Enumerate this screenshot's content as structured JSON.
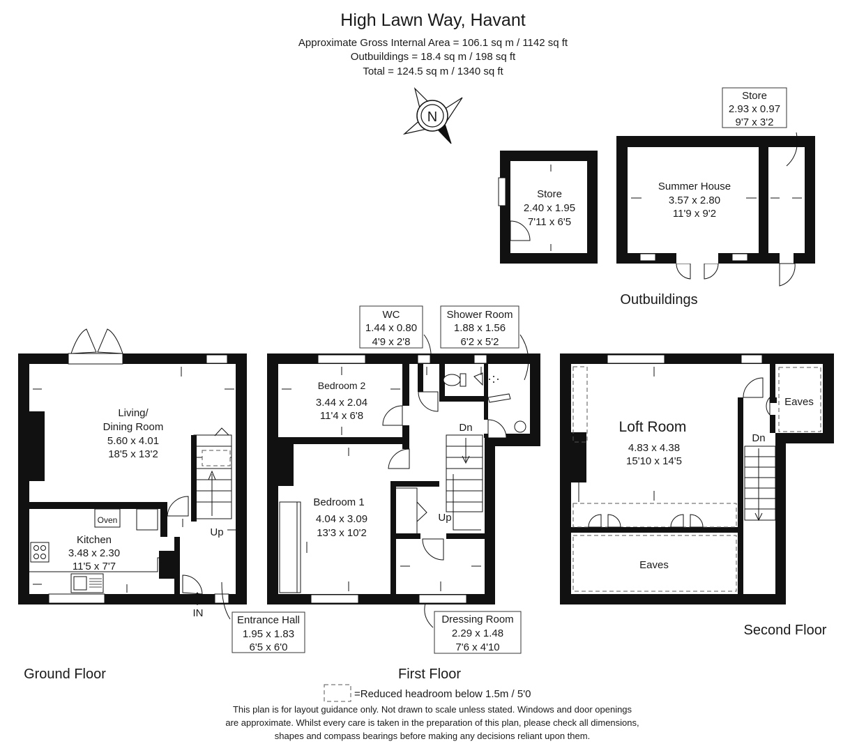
{
  "header": {
    "title": "High Lawn Way, Havant",
    "line1": "Approximate Gross Internal Area = 106.1 sq m / 1142 sq ft",
    "line2": "Outbuildings = 18.4 sq m / 198 sq ft",
    "line3": "Total = 124.5 sq m / 1340 sq ft"
  },
  "compass": {
    "letter": "N"
  },
  "outbuildings": {
    "caption": "Outbuildings",
    "store_small": {
      "name": "Store",
      "metric": "2.40 x 1.95",
      "imperial": "7'11 x 6'5"
    },
    "summer_house": {
      "name": "Summer House",
      "metric": "3.57 x 2.80",
      "imperial": "11'9 x 9'2"
    },
    "store_side": {
      "name": "Store",
      "metric": "2.93 x 0.97",
      "imperial": "9'7 x 3'2"
    }
  },
  "ground_floor": {
    "caption": "Ground Floor",
    "living": {
      "name1": "Living/",
      "name2": "Dining Room",
      "metric": "5.60 x 4.01",
      "imperial": "18'5 x 13'2"
    },
    "kitchen": {
      "name": "Kitchen",
      "metric": "3.48 x 2.30",
      "imperial": "11'5 x 7'7"
    },
    "oven": "Oven",
    "stairs_label": "Up",
    "entrance": "IN",
    "entrance_hall": {
      "name": "Entrance Hall",
      "metric": "1.95 x 1.83",
      "imperial": "6'5 x 6'0"
    }
  },
  "first_floor": {
    "caption": "First Floor",
    "wc": {
      "name": "WC",
      "metric": "1.44 x 0.80",
      "imperial": "4'9 x 2'8"
    },
    "shower": {
      "name": "Shower Room",
      "metric": "1.88 x 1.56",
      "imperial": "6'2 x 5'2"
    },
    "bedroom2": {
      "name": "Bedroom 2",
      "metric": "3.44 x 2.04",
      "imperial": "11'4 x 6'8"
    },
    "bedroom1": {
      "name": "Bedroom 1",
      "metric": "4.04 x 3.09",
      "imperial": "13'3 x 10'2"
    },
    "dressing": {
      "name": "Dressing Room",
      "metric": "2.29 x 1.48",
      "imperial": "7'6 x 4'10"
    },
    "stairs_down": "Dn",
    "stairs_up": "Up"
  },
  "second_floor": {
    "caption": "Second Floor",
    "loft": {
      "name": "Loft Room",
      "metric": "4.83 x 4.38",
      "imperial": "15'10 x 14'5"
    },
    "eaves_right": "Eaves",
    "eaves_bottom": "Eaves",
    "stairs_down": "Dn"
  },
  "legend": {
    "text": "=Reduced headroom below 1.5m / 5'0"
  },
  "disclaimer": {
    "line1": "This plan is for layout guidance only. Not drawn to scale unless stated. Windows and door openings",
    "line2": "are approximate. Whilst every care is taken in the preparation of this plan, please check all dimensions,",
    "line3": "shapes and compass bearings before making any decisions reliant upon them."
  }
}
